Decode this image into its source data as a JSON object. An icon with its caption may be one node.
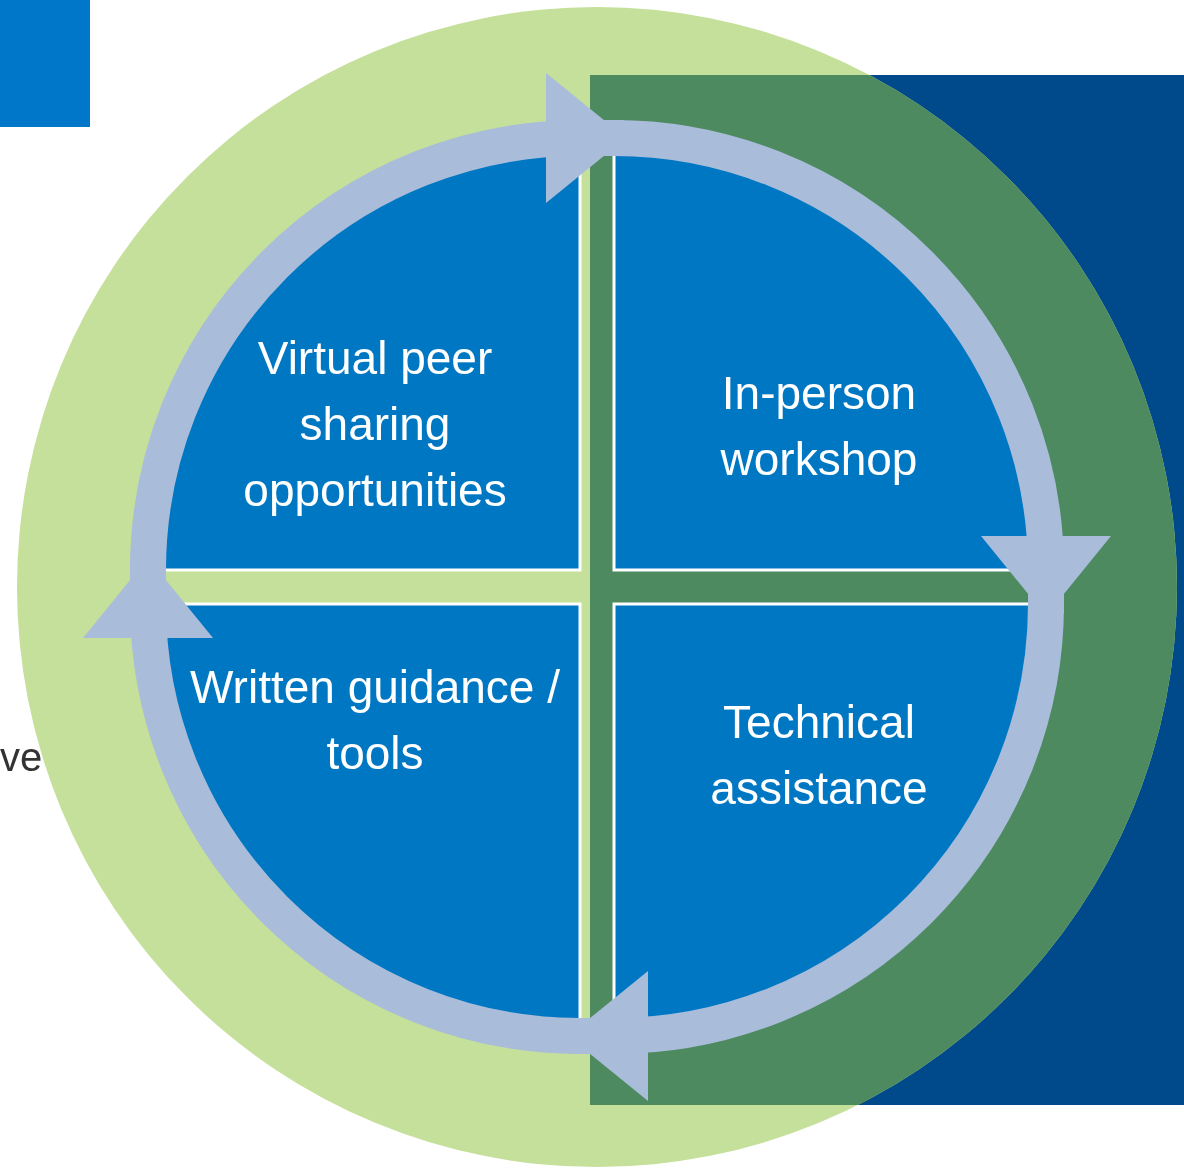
{
  "diagram": {
    "nodes": [
      {
        "text": [
          "Virtual peer sharing opportunities"
        ]
      },
      {
        "text": [
          "In-person workshop"
        ]
      },
      {
        "text": [
          "Written guidance / tools"
        ]
      },
      {
        "text": [
          "Technical assistance"
        ]
      }
    ],
    "edges": [
      {
        "from": 0,
        "to": 1,
        "arrow": "to"
      },
      {
        "from": 1,
        "to": 3,
        "arrow": "to"
      },
      {
        "from": 3,
        "to": 2,
        "arrow": "to"
      },
      {
        "from": 2,
        "to": 0,
        "arrow": "to"
      }
    ],
    "labels": [
      "ve"
    ]
  }
}
